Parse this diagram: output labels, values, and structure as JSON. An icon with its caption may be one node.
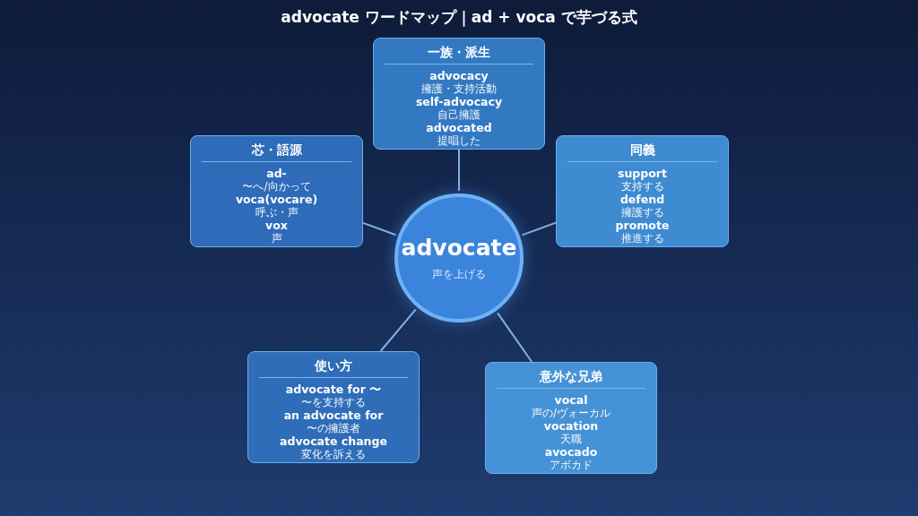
{
  "diagram": {
    "title": "advocate ワードマップ｜ad + voca で芋づる式",
    "nodes": [
      {
        "text": [
          "advocate",
          "声を上げる"
        ]
      },
      {
        "text": [
          "一族・派生",
          "advocacy",
          "擁護・支持活動",
          "self-advocacy",
          "自己擁護",
          "advocated",
          "提唱した"
        ]
      },
      {
        "text": [
          "芯・語源",
          "ad-",
          "〜へ/向かって",
          "voca(vocare)",
          "呼ぶ・声",
          "vox",
          "声"
        ]
      },
      {
        "text": [
          "同義",
          "support",
          "支持する",
          "defend",
          "擁護する",
          "promote",
          "推進する"
        ]
      },
      {
        "text": [
          "使い方",
          "advocate for 〜",
          "〜を支持する",
          "an advocate for",
          "〜の擁護者",
          "advocate change",
          "変化を訴える"
        ]
      },
      {
        "text": [
          "意外な兄弟",
          "vocal",
          "声の/ヴォーカル",
          "vocation",
          "天職",
          "avocado",
          "アボカド"
        ]
      }
    ],
    "edges": [
      {
        "from": 0,
        "to": 1,
        "arrow": "none"
      },
      {
        "from": 0,
        "to": 2,
        "arrow": "none"
      },
      {
        "from": 0,
        "to": 3,
        "arrow": "none"
      },
      {
        "from": 0,
        "to": 4,
        "arrow": "none"
      },
      {
        "from": 0,
        "to": 5,
        "arrow": "none"
      }
    ]
  }
}
